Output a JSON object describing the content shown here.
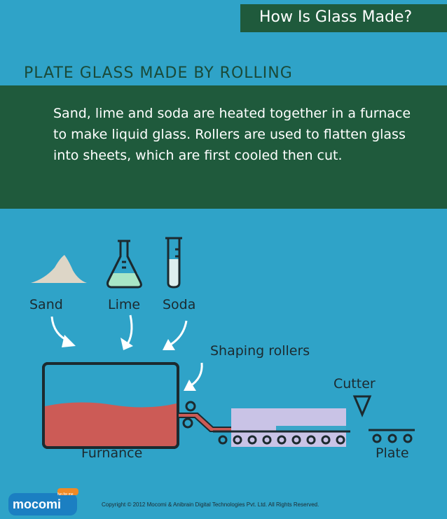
{
  "header": {
    "title": "How Is Glass Made?"
  },
  "section": {
    "title": "PLATE GLASS MADE BY ROLLING",
    "description": "Sand, lime and soda are heated together in a furnace to make liquid glass. Rollers are used to flatten glass into sheets, which are first cooled then cut."
  },
  "diagram": {
    "ingredients": [
      "Sand",
      "Lime",
      "Soda"
    ],
    "labels": {
      "rollers": "Shaping rollers",
      "cutter": "Cutter",
      "furnace": "Furnance",
      "plate": "Plate"
    }
  },
  "footer": {
    "copyright": "Copyright © 2012 Mocomi & Anibrain Digital Technologies Pvt. Ltd. All Rights Reserved.",
    "logo": "mocomi",
    "logo_tagline": "fun for me"
  },
  "colors": {
    "background": "#2fa3c8",
    "dark_green": "#1f5a3c",
    "glass": "#cc5b56",
    "outline": "#1c2a2f",
    "cooling_zone": "#c9c3e6"
  }
}
